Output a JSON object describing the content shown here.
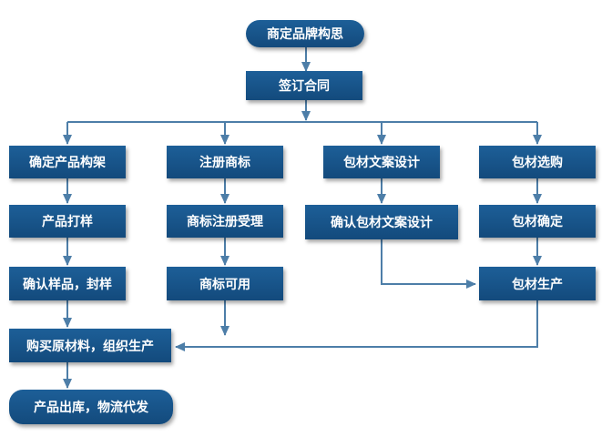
{
  "steps": {
    "brand_concept": "商定品牌构思",
    "sign_contract": "签订合同",
    "product_design": "确定产品构架",
    "register_trademark": "注册商标",
    "packaging_copy_design": "包材文案设计",
    "packaging_purchase": "包材选购",
    "product_sample": "产品打样",
    "trademark_accepted": "商标注册受理",
    "confirm_packaging_copy": "确认包材文案设计",
    "packaging_confirm": "包材确定",
    "confirm_sample_seal": "确认样品，封样",
    "trademark_usable": "商标可用",
    "packaging_production": "包材生产",
    "buy_raw_materials": "购买原材料，组织生产",
    "product_shipping": "产品出库，物流代发"
  },
  "colors": {
    "node_fill": "#1a5890",
    "connector": "#4d7ea8"
  }
}
